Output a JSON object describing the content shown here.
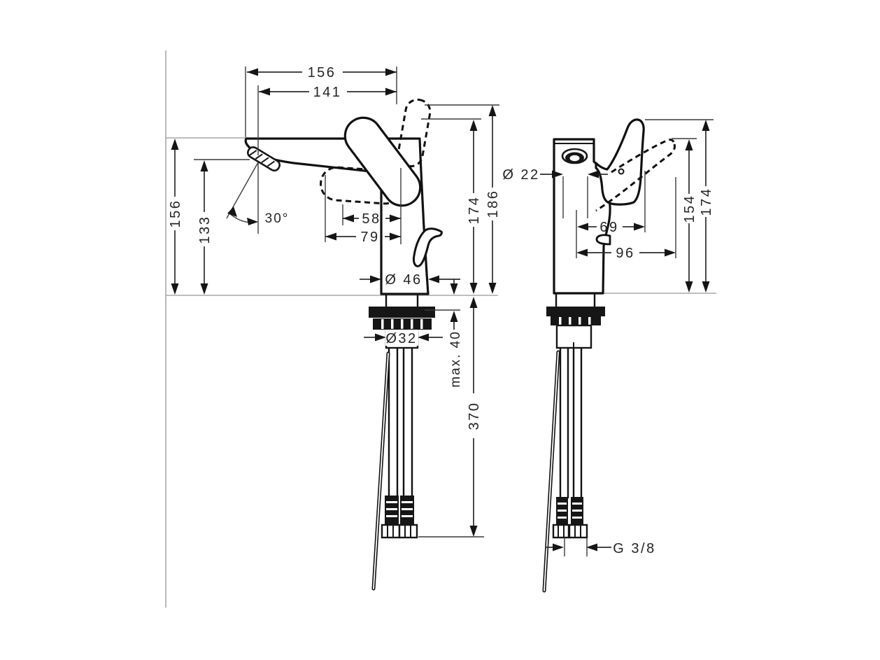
{
  "drawing": {
    "kind": "faucet-installation-dimension-diagram",
    "views": [
      "side-view",
      "front-view"
    ]
  },
  "colors": {
    "background": "#ffffff",
    "outline": "#111111",
    "reference_line": "#a8a8a8",
    "dimension": "#2b2b2b"
  },
  "labels": {
    "side": {
      "total_projection": "156",
      "reach": "141",
      "spout_height": "156",
      "aerator_height": "133",
      "swivel_angle": "30°",
      "handle_offset_58": "58",
      "handle_offset_79": "79",
      "base_diameter": "Ø 46",
      "shank_diameter": "Ø32",
      "max_counter_thickness": "max. 40",
      "hose_length": "370",
      "handle_height": "174",
      "total_height": "186"
    },
    "front": {
      "spout_diameter": "Ø 22",
      "handle_offset_69": "69",
      "handle_offset_96": "96",
      "handle_height": "154",
      "total_height": "174",
      "thread_size": "G 3/8"
    }
  }
}
